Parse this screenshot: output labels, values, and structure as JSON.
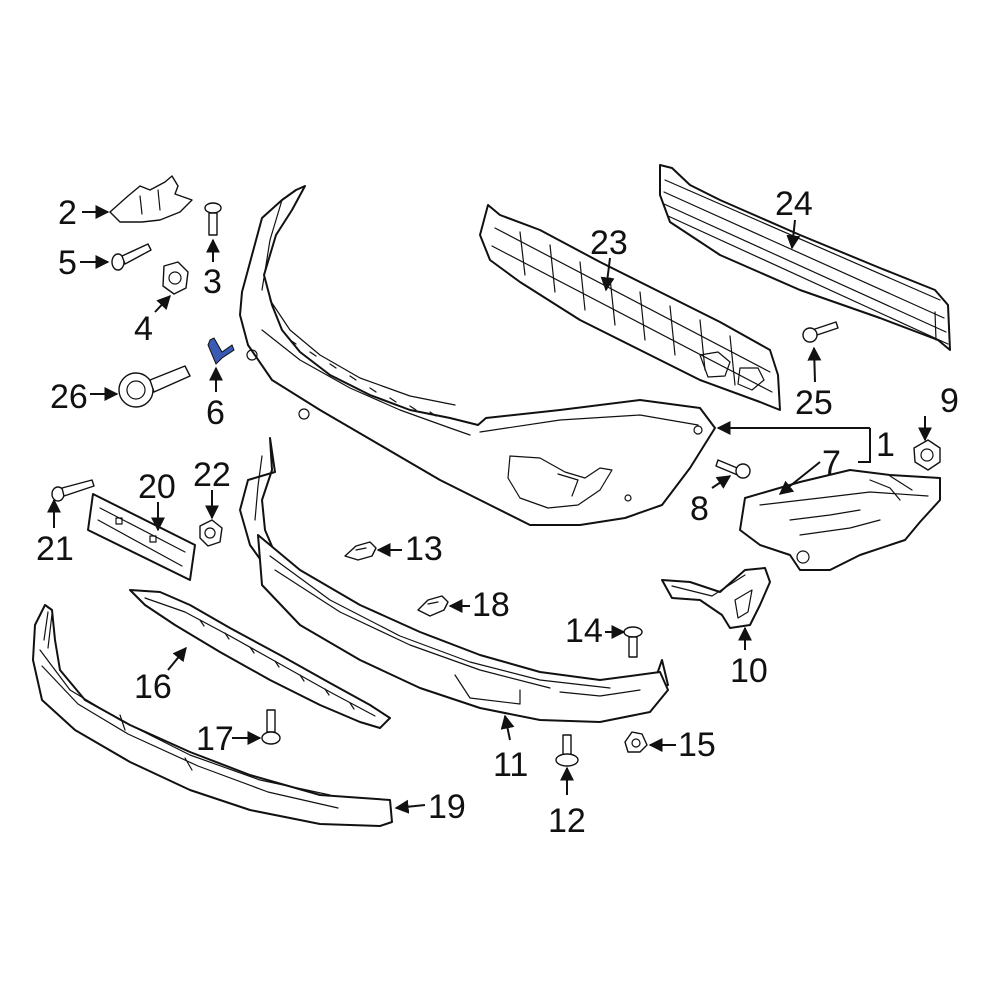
{
  "diagram": {
    "highlight_color": "#3a5ab4",
    "line_color": "#111111",
    "background": "#ffffff",
    "callouts": {
      "c1": "1",
      "c2": "2",
      "c3": "3",
      "c4": "4",
      "c5": "5",
      "c6": "6",
      "c7": "7",
      "c8": "8",
      "c9": "9",
      "c10": "10",
      "c11": "11",
      "c12": "12",
      "c13": "13",
      "c14": "14",
      "c15": "15",
      "c16": "16",
      "c17": "17",
      "c18": "18",
      "c19": "19",
      "c20": "20",
      "c21": "21",
      "c22": "22",
      "c23": "23",
      "c24": "24",
      "c25": "25",
      "c26": "26"
    }
  }
}
